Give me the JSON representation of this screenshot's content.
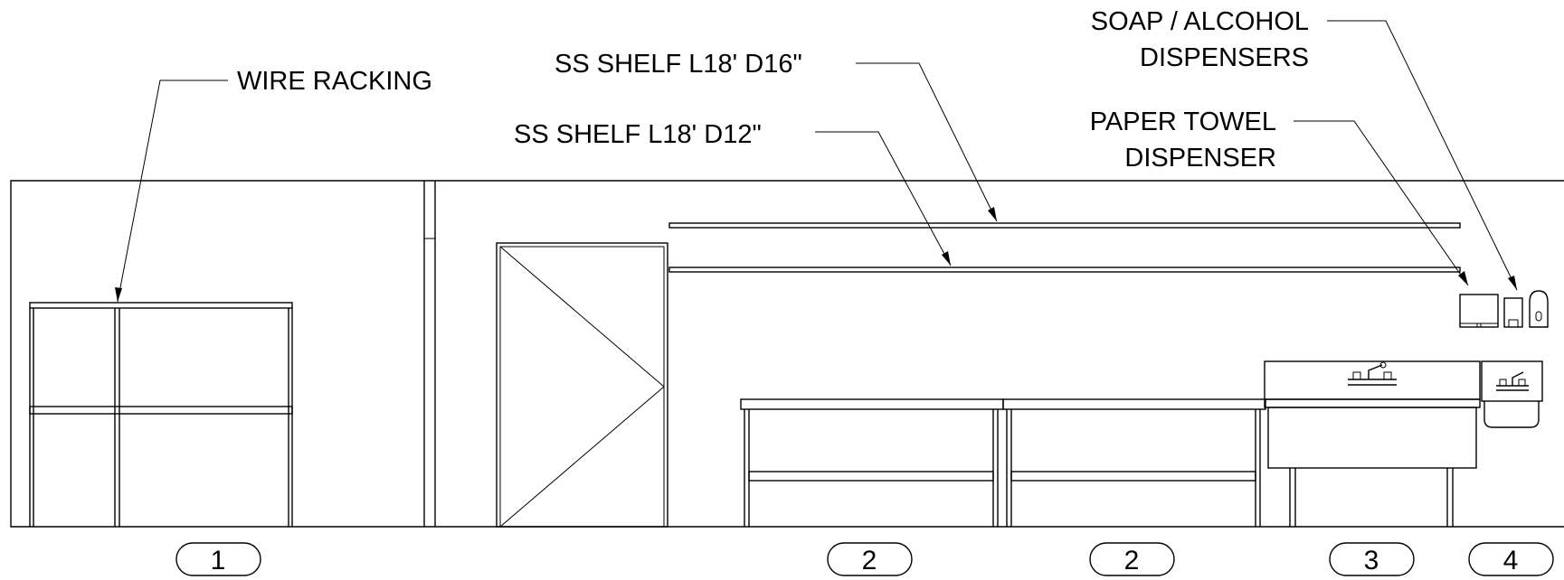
{
  "labels": {
    "wire_racking": "WIRE RACKING",
    "shelf_16": "SS SHELF L18' D16\"",
    "shelf_12": "SS SHELF L18' D12\"",
    "soap_line1": "SOAP / ALCOHOL",
    "soap_line2": "DISPENSERS",
    "towel_line1": "PAPER TOWEL",
    "towel_line2": "DISPENSER"
  },
  "tags": [
    "1",
    "2",
    "2",
    "3",
    "4"
  ]
}
